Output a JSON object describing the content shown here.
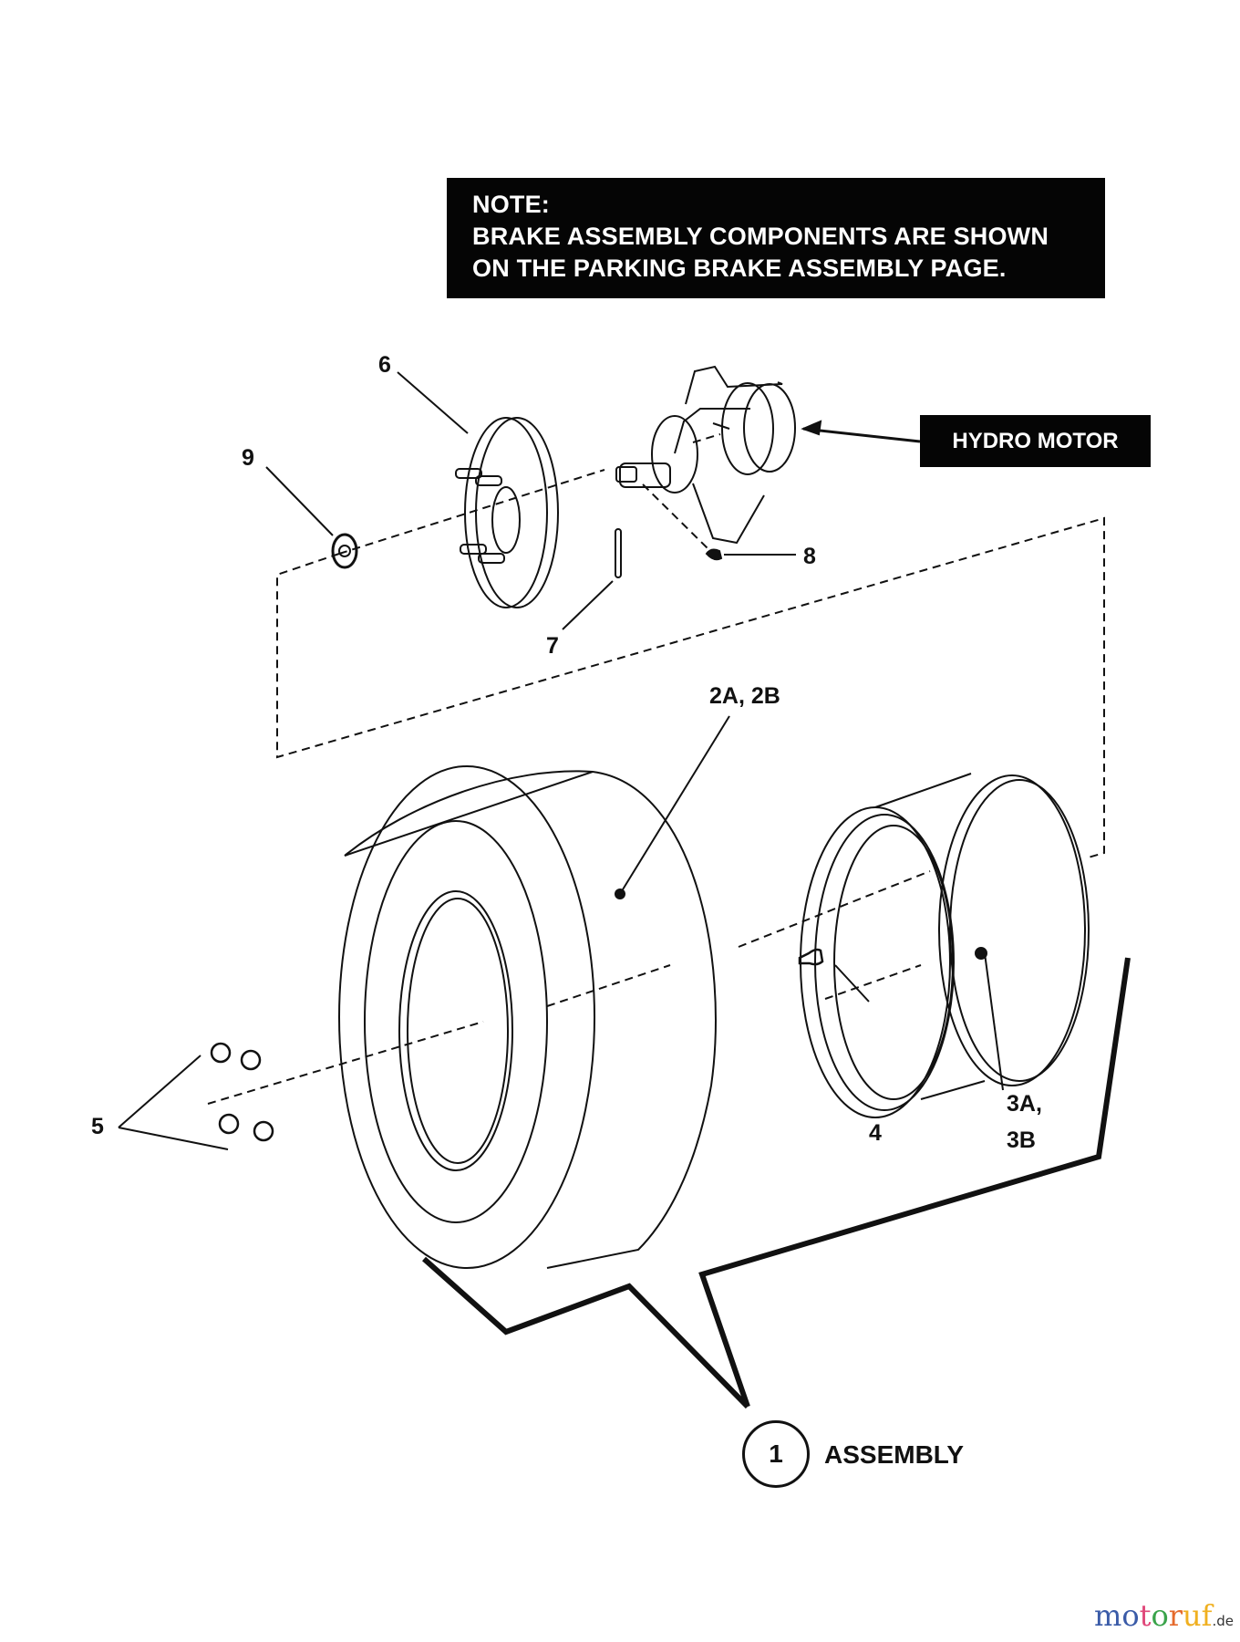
{
  "note": {
    "heading": "NOTE:",
    "line1": "BRAKE ASSEMBLY COMPONENTS ARE SHOWN",
    "line2": "ON THE PARKING BRAKE ASSEMBLY PAGE."
  },
  "hydro_motor_label": "HYDRO MOTOR",
  "callouts": {
    "item_6": "6",
    "item_9": "9",
    "item_8": "8",
    "item_7": "7",
    "item_2": "2A, 2B",
    "item_4": "4",
    "item_3_line1": "3A,",
    "item_3_line2": "3B",
    "item_5": "5"
  },
  "assembly": {
    "number": "1",
    "label": "ASSEMBLY"
  },
  "watermark": {
    "letters": [
      "m",
      "o",
      "t",
      "o",
      "r",
      "u",
      "f"
    ],
    "colors": [
      "#3a5ba8",
      "#3a5ba8",
      "#e0487a",
      "#3aa34a",
      "#e56a2c",
      "#f0b020",
      "#f0b020"
    ],
    "tld": ".de"
  }
}
